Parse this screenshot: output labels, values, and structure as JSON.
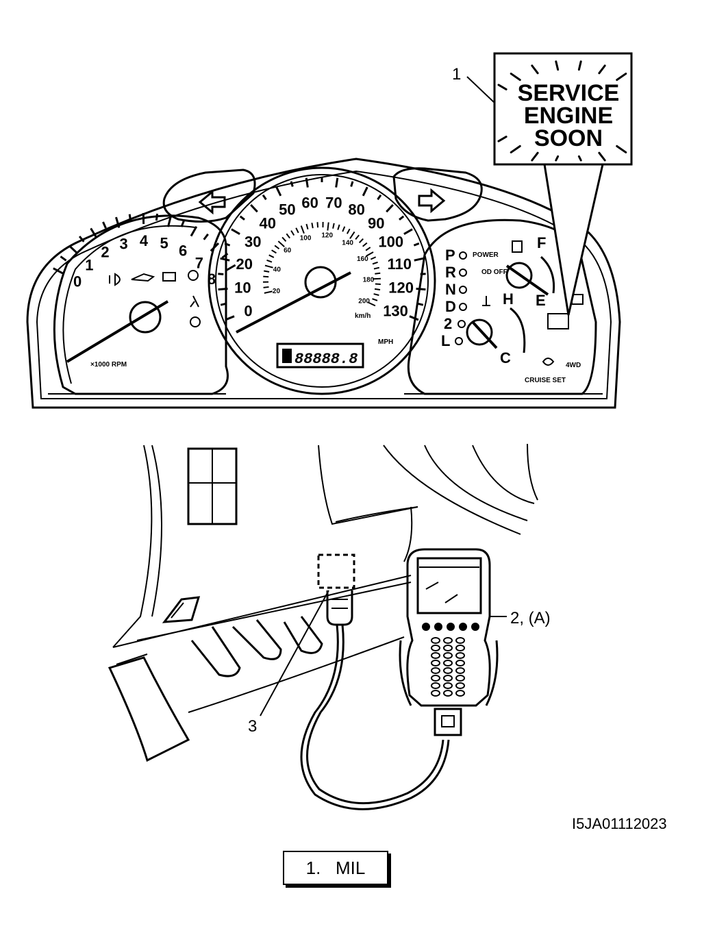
{
  "mil_sign": {
    "line1": "SERVICE",
    "line2": "ENGINE",
    "line3": "SOON"
  },
  "callouts": {
    "c1": "1",
    "c2": "2, (A)",
    "c3": "3"
  },
  "tachometer": {
    "numbers": [
      "0",
      "1",
      "2",
      "3",
      "4",
      "5",
      "6",
      "7",
      "8"
    ],
    "unit": "×1000 RPM"
  },
  "speedometer": {
    "mph_numbers": [
      "0",
      "10",
      "20",
      "30",
      "40",
      "50",
      "60",
      "70",
      "80",
      "90",
      "100",
      "110",
      "120",
      "130"
    ],
    "kmh_numbers": [
      "20",
      "40",
      "60",
      "100",
      "120",
      "140",
      "160",
      "180",
      "200"
    ],
    "kmh_unit": "km/h",
    "mph_unit": "MPH",
    "odometer": "88888.8"
  },
  "right_gauge": {
    "gear_letters": [
      "P",
      "R",
      "N",
      "D",
      "2",
      "L"
    ],
    "power_label": "POWER",
    "odoff_label": "OD OFF",
    "fuel_full": "F",
    "fuel_empty": "E",
    "temp_hot": "H",
    "temp_cold": "C",
    "awd_label": "4WD",
    "cruise_label": "CRUISE SET"
  },
  "figure_code": "I5JA01112023",
  "legend": "1.   MIL"
}
